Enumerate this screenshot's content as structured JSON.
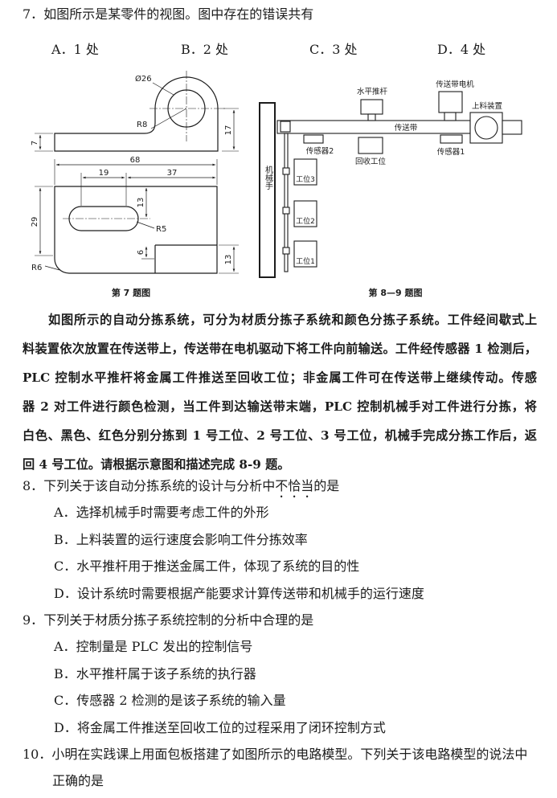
{
  "q7": {
    "number": "7．",
    "stem": "如图所示是某零件的视图。图中存在的错误共有",
    "options": [
      {
        "label": "A．",
        "text": "1 处"
      },
      {
        "label": "B．",
        "text": "2 处"
      },
      {
        "label": "C．",
        "text": "3 处"
      },
      {
        "label": "D．",
        "text": "4 处"
      }
    ]
  },
  "fig7": {
    "caption": "第 7 题图",
    "dimensions": {
      "phi26": "Ø26",
      "r8": "R8",
      "h17": "17",
      "h7": "7",
      "w68": "68",
      "w19": "19",
      "w37": "37",
      "h13_slot": "13",
      "h29": "29",
      "r5": "R5",
      "r6": "R6",
      "h6": "6",
      "h13_tab": "13"
    }
  },
  "fig89": {
    "caption": "第 8—9 题图",
    "labels": {
      "pusher": "水平推杆",
      "motor": "传送带电机",
      "feeder": "上料装置",
      "conveyor": "传送带",
      "sensor2": "传感器2",
      "recycle": "回收工位",
      "sensor1": "传感器1",
      "robot": "机械手",
      "station3": "工位3",
      "station2": "工位2",
      "station1": "工位1"
    }
  },
  "passage": {
    "lines": [
      "如图所示的自动分拣系统，可分为材质分拣子系统和颜色分拣子系统。工件经间歇式上",
      "料装置依次放置在传送带上，传送带在电机驱动下将工件向前输送。工件经传感器 1 检测后，",
      "PLC 控制水平推杆将金属工件推送至回收工位；非金属工件可在传送带上继续传动。传感",
      "器 2 对工件进行颜色检测，当工件到达输送带末端，PLC 控制机械手对工件进行分拣，将",
      "白色、黑色、红色分别分拣到 1 号工位、2 号工位、3 号工位，机械手完成分拣工作后，返",
      "回 4 号工位。请根据示意图和描述完成 8-9 题。"
    ]
  },
  "q8": {
    "number": "8．",
    "stem_before": "下列关于该自动分拣系统的设计与分析中",
    "stem_emphasis": "不恰当",
    "stem_after": "的是",
    "options": [
      {
        "label": "A．",
        "text": "选择机械手时需要考虑工件的外形"
      },
      {
        "label": "B．",
        "text": "上料装置的运行速度会影响工件分拣效率"
      },
      {
        "label": "C．",
        "text": "水平推杆用于推送金属工件，体现了系统的目的性"
      },
      {
        "label": "D．",
        "text": "设计系统时需要根据产能要求计算传送带和机械手的运行速度"
      }
    ]
  },
  "q9": {
    "number": "9．",
    "stem": "下列关于材质分拣子系统控制的分析中合理的是",
    "options": [
      {
        "label": "A．",
        "text": "控制量是 PLC 发出的控制信号"
      },
      {
        "label": "B．",
        "text": "水平推杆属于该子系统的执行器"
      },
      {
        "label": "C．",
        "text": "传感器 2 检测的是该子系统的输入量"
      },
      {
        "label": "D．",
        "text": "将金属工件推送至回收工位的过程采用了闭环控制方式"
      }
    ]
  },
  "q10": {
    "number": "10．",
    "stem_lines": [
      "小明在实践课上用面包板搭建了如图所示的电路模型。下列关于该电路模型的说法中",
      "正确的是"
    ]
  }
}
